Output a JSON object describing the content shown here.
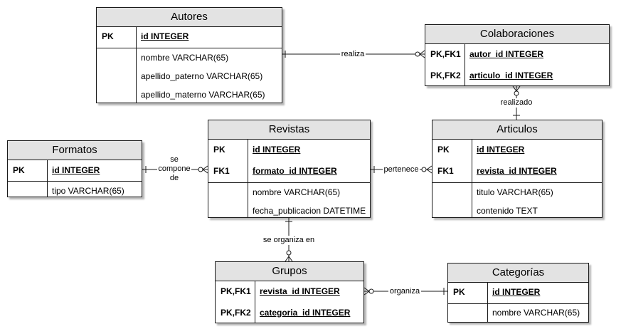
{
  "tables": {
    "autores": {
      "title": "Autores",
      "pk_key": "PK",
      "pk_field": "id INTEGER",
      "attrs": [
        "nombre VARCHAR(65)",
        "apellido_paterno VARCHAR(65)",
        "apellido_materno VARCHAR(65)"
      ]
    },
    "colaboraciones": {
      "title": "Colaboraciones",
      "rows": [
        {
          "key": "PK,FK1",
          "field": "autor_id INTEGER"
        },
        {
          "key": "PK,FK2",
          "field": "articulo_id INTEGER"
        }
      ]
    },
    "revistas": {
      "title": "Revistas",
      "rows": [
        {
          "key": "PK",
          "field": "id INTEGER"
        },
        {
          "key": "FK1",
          "field": "formato_id INTEGER"
        }
      ],
      "attrs": [
        "nombre VARCHAR(65)",
        "fecha_publicacion DATETIME"
      ]
    },
    "articulos": {
      "title": "Articulos",
      "rows": [
        {
          "key": "PK",
          "field": "id INTEGER"
        },
        {
          "key": "FK1",
          "field": "revista_id INTEGER"
        }
      ],
      "attrs": [
        "titulo VARCHAR(65)",
        "contenido TEXT"
      ]
    },
    "formatos": {
      "title": "Formatos",
      "pk_key": "PK",
      "pk_field": "id INTEGER",
      "attrs": [
        "tipo VARCHAR(65)"
      ]
    },
    "grupos": {
      "title": "Grupos",
      "rows": [
        {
          "key": "PK,FK1",
          "field": "revista_id INTEGER"
        },
        {
          "key": "PK,FK2",
          "field": "categoria_id INTEGER"
        }
      ]
    },
    "categorias": {
      "title": "Categorías",
      "pk_key": "PK",
      "pk_field": "id INTEGER",
      "attrs": [
        "nombre VARCHAR(65)"
      ]
    }
  },
  "relationships": {
    "realiza": "realiza",
    "realizado": "realizado",
    "se_compone_de": [
      "se",
      "compone",
      "de"
    ],
    "pertenece": "pertenece",
    "se_organiza_en": "se organiza en",
    "organiza": "organiza"
  },
  "colors": {
    "header_fill": "#e3e3e3",
    "border": "#1a1a1a",
    "background": "#ffffff"
  }
}
